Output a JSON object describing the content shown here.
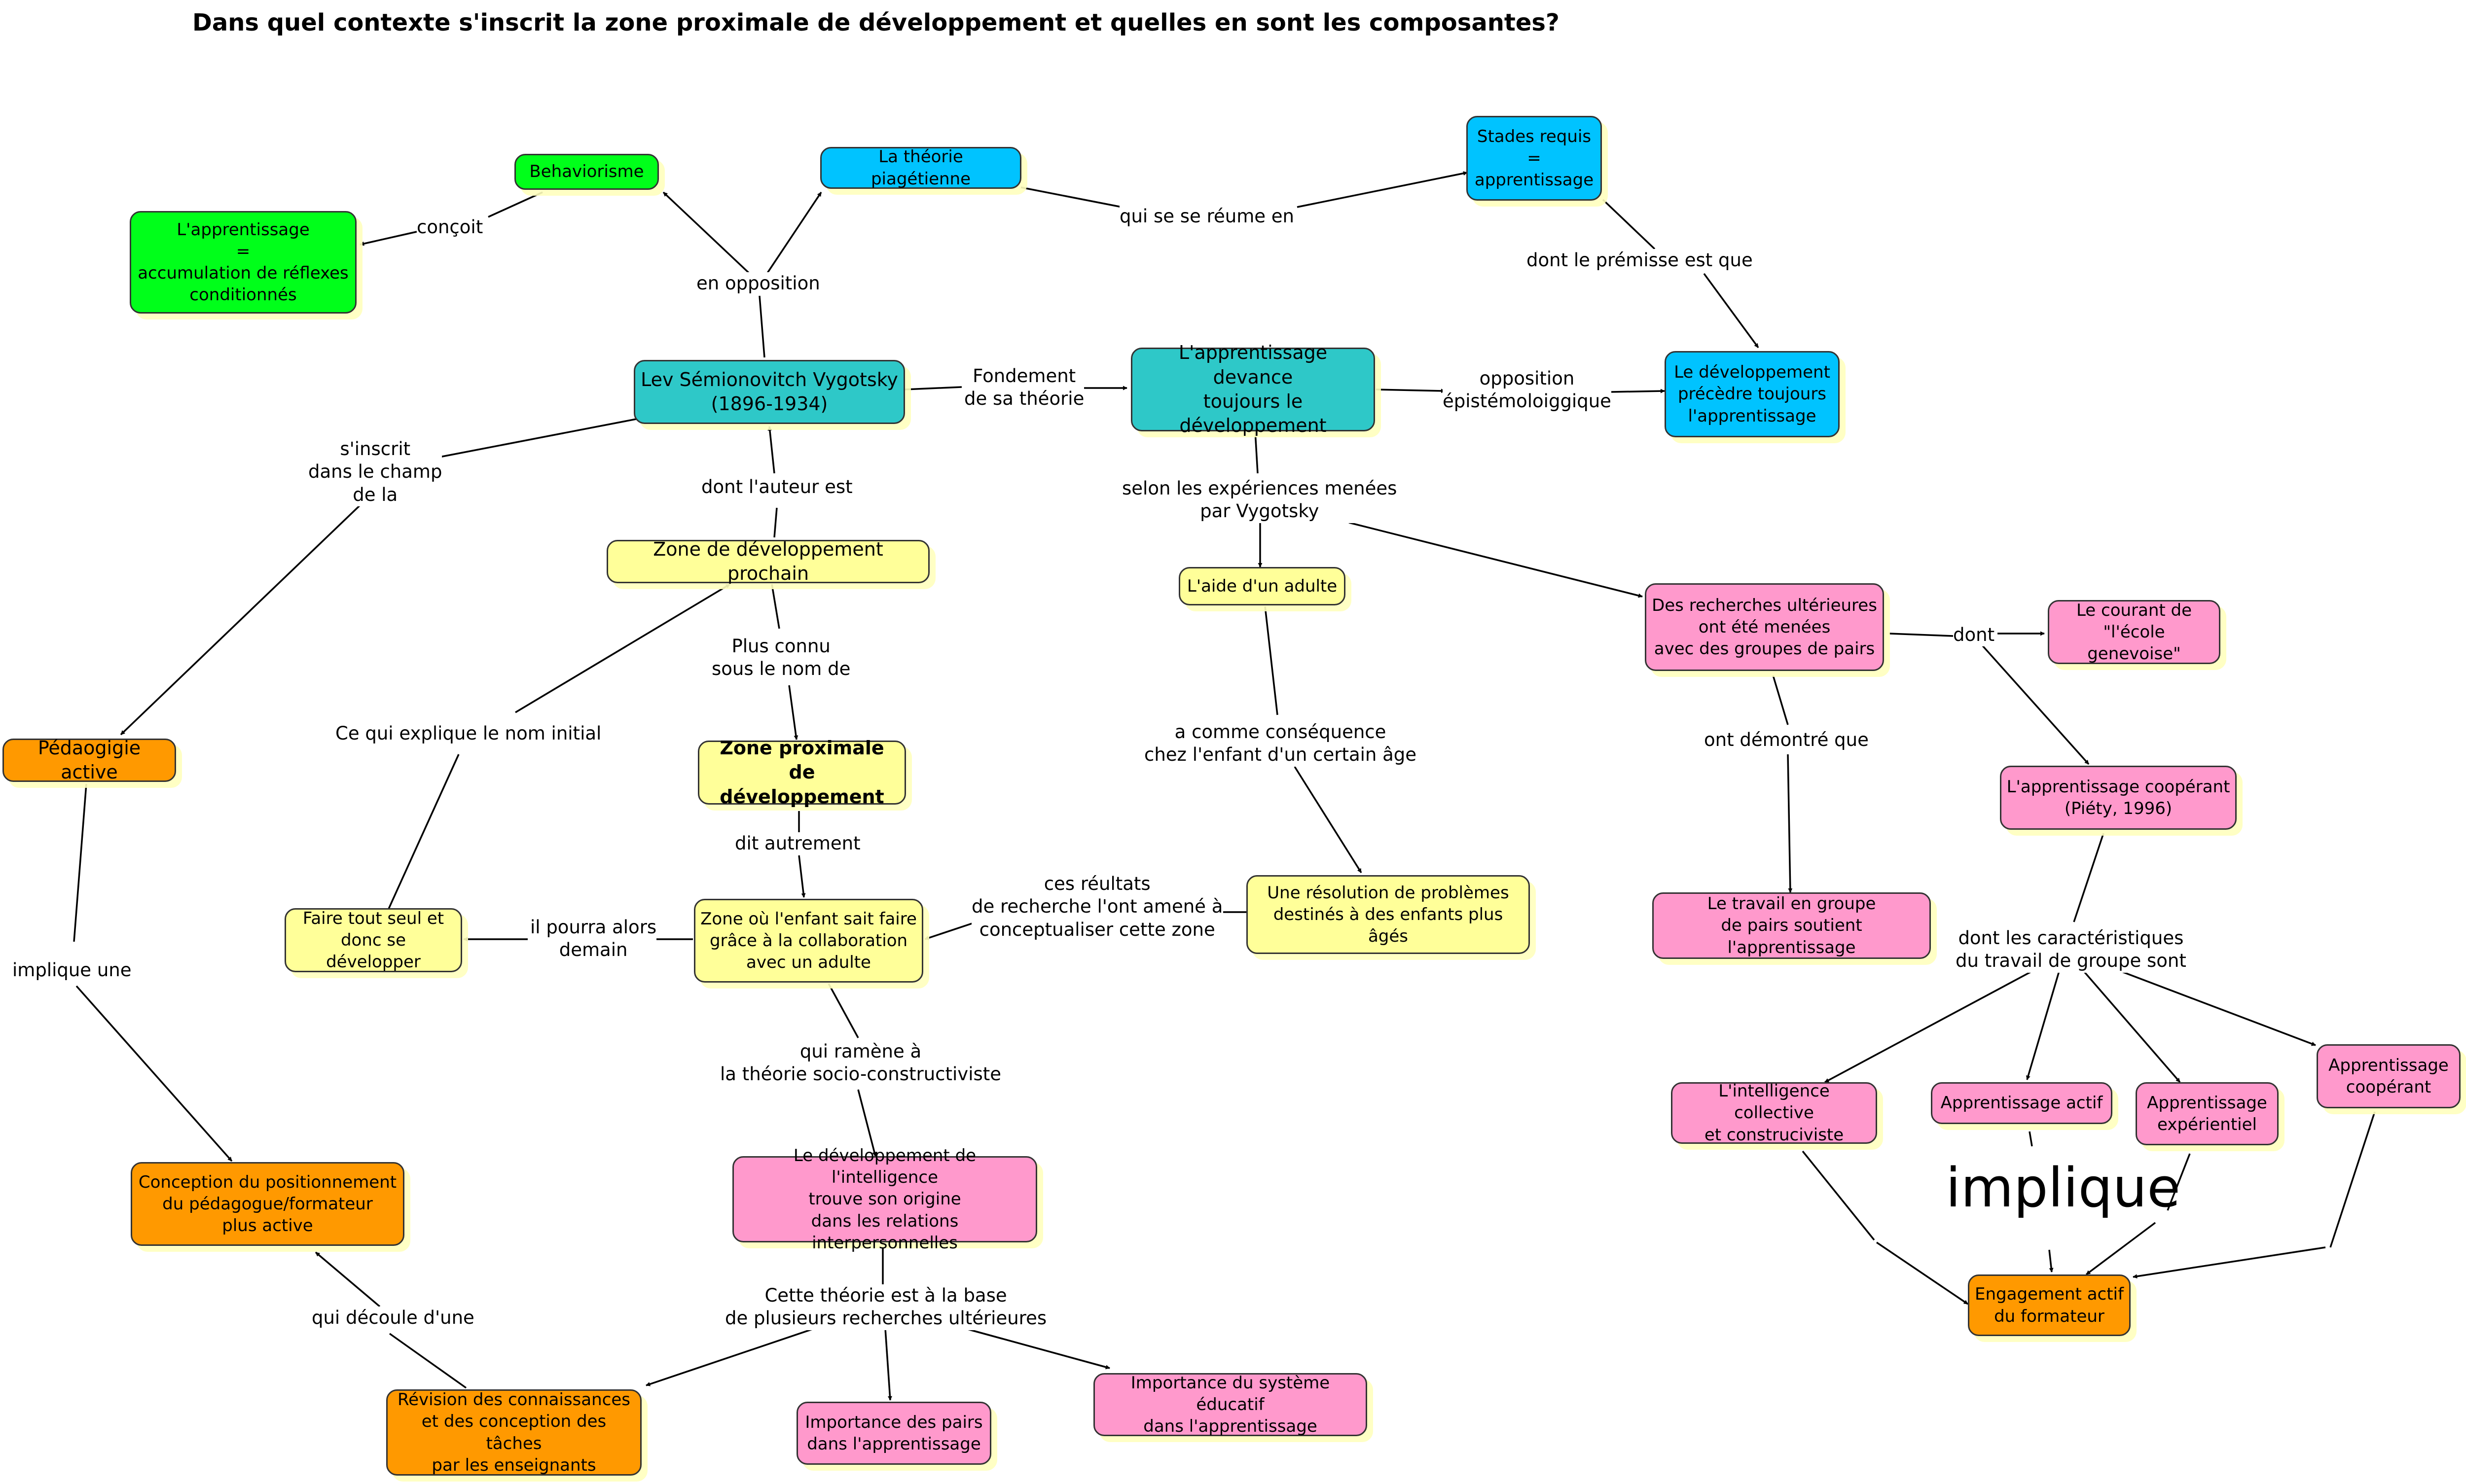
{
  "title": "Dans quel contexte s'inscrit la zone proximale de développement et quelles en sont les composantes?",
  "colors": {
    "green": "#00ff1a",
    "blue": "#00c3ff",
    "teal": "#2ec8c8",
    "yellow": "#ffff99",
    "pink": "#ff99cc",
    "orange": "#ff9900"
  },
  "nodes": {
    "behaviorisme": "Behaviorisme",
    "apprentissage_reflexes": "L'apprentissage\n=\naccumulation de réflexes\nconditionnés",
    "theorie_piagetienne": "La théorie piagétienne",
    "stades_requis": "Stades requis\n=\napprentissage",
    "developpement_precede": "Le développement\nprécèdre toujours\nl'apprentissage",
    "vygotsky": "Lev Sémionovitch Vygotsky\n(1896-1934)",
    "apprentissage_devance": "L'apprentissage devance\ntoujours le\ndéveloppement",
    "pedagogie_active": "Pédaogigie active",
    "zone_prochain": "Zone de développement prochain",
    "aide_adulte": "L'aide d'un adulte",
    "recherches_ulterieures": "Des recherches ultérieures\nont été menées\navec des groupes de pairs",
    "courant_geneve": "Le courant de\n\"l'école genevoise\"",
    "zone_proximale": "Zone proximale\nde développement",
    "apprentissage_cooperant": "L'apprentissage coopérant\n(Piéty, 1996)",
    "faire_seul": "Faire tout seul et\ndonc se développer",
    "zone_enfant": "Zone où l'enfant sait faire\ngrâce à la collaboration\navec un adulte",
    "resolution_problemes": "Une résolution de problèmes\ndestinés à des enfants plus âgés",
    "travail_groupe": "Le travail en groupe\nde pairs soutient l'apprentissage",
    "intelligence_collective": "L'intelligence collective\net construciviste",
    "apprentissage_actif": "Apprentissage actif",
    "apprentissage_experientiel": "Apprentissage\nexpérientiel",
    "apprentissage_cooperant2": "Apprentissage\ncoopérant",
    "conception_positionnement": "Conception du positionnement\ndu pédagogue/formateur\nplus active",
    "developpement_intelligence": "Le développement de l'intelligence\ntrouve son origine\ndans les relations interpersonnelles",
    "engagement_actif": "Engagement actif\ndu formateur",
    "revision_connaissances": "Révision des connaissances\net des conception des tâches\npar les enseignants",
    "importance_pairs": "Importance des pairs\ndans l'apprentissage",
    "importance_systeme": "Importance du système éducatif\ndans l'apprentissage"
  },
  "links": {
    "concoit": "conçoit",
    "en_opposition": "en opposition",
    "qui_se_resume": "qui se se réume en",
    "dont_premisse": "dont le prémisse est que",
    "fondement": "Fondement\nde sa théorie",
    "opposition_episte": "opposition\népistémoloiggique",
    "sinscrit": "s'inscrit\ndans le champ\nde la",
    "dont_auteur": "dont l'auteur est",
    "selon_experiences": "selon les expériences menées\npar Vygotsky",
    "dont": "dont",
    "plus_connu": "Plus connu\nsous le nom de",
    "ce_qui_explique": "Ce qui explique le nom initial",
    "a_comme_consequence": "a comme conséquence\nchez l'enfant d'un certain âge",
    "ont_demontre": "ont démontré que",
    "dit_autrement": "dit autrement",
    "ces_resultats": "ces réultats\nde recherche l'ont amené à\nconceptualiser cette zone",
    "il_pourra": "il pourra alors\ndemain",
    "dont_caracteristiques": "dont les caractéristiques\ndu travail de groupe sont",
    "implique_une": "implique une",
    "qui_ramene": "qui ramène à\nla théorie socio-constructiviste",
    "implique": "implique",
    "qui_decoule": "qui découle d'une",
    "cette_theorie": "Cette théorie est à la base\nde plusieurs recherches ultérieures"
  }
}
